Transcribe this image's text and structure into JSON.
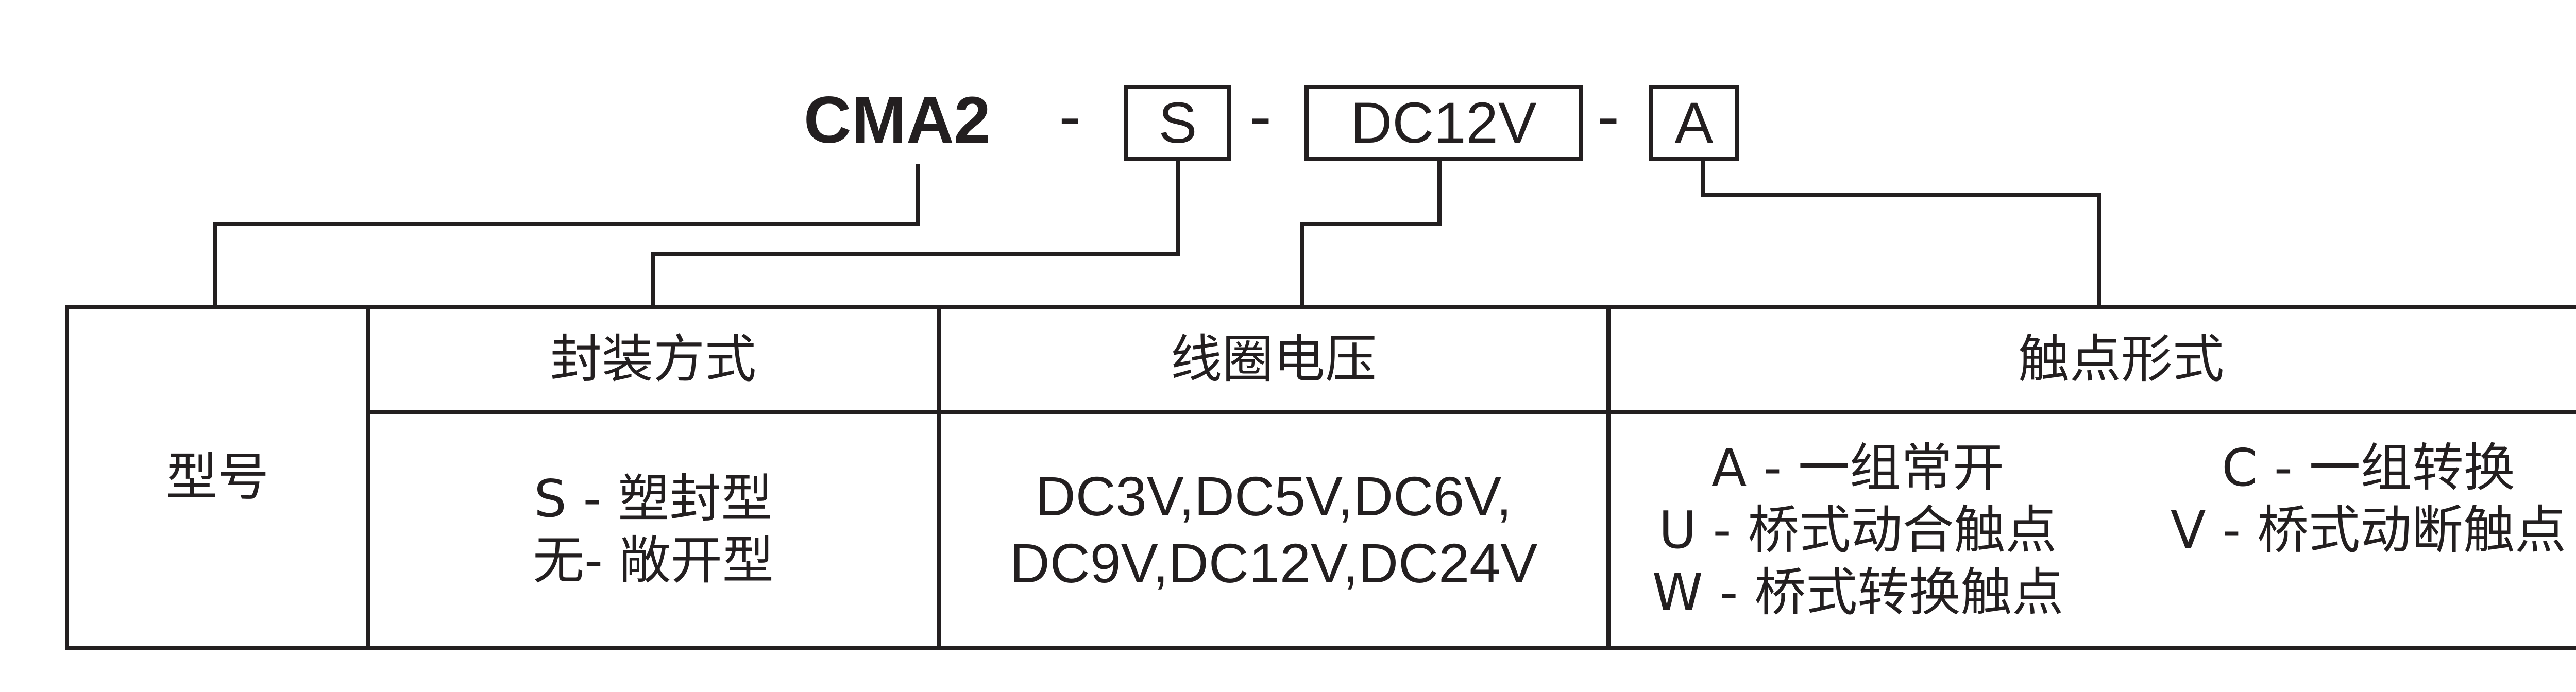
{
  "model_code": {
    "base": "CMA2",
    "separator": "-",
    "segments": [
      {
        "code": "S",
        "field": "封装方式"
      },
      {
        "code": "DC12V",
        "field": "线圈电压"
      },
      {
        "code": "A",
        "field": "触点形式"
      }
    ]
  },
  "table": {
    "model_label": "型号",
    "headers": [
      "封装方式",
      "线圈电压",
      "触点形式"
    ],
    "packaging": [
      "S - 塑封型",
      "无- 敞开型"
    ],
    "voltages": [
      "DC3V,DC5V,DC6V,",
      "DC9V,DC12V,DC24V"
    ],
    "contacts": [
      "A - 一组常开",
      "C - 一组转换",
      "U - 桥式动合触点",
      "V - 桥式动断触点",
      "W - 桥式转换触点"
    ]
  }
}
